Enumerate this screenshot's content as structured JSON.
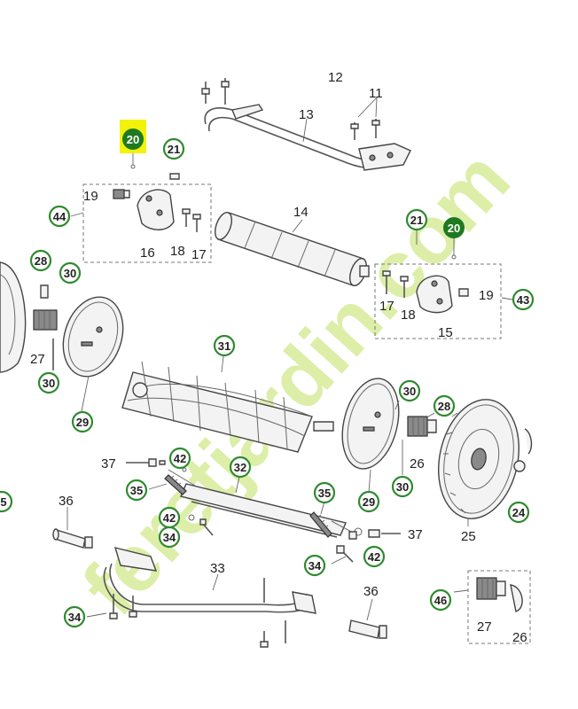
{
  "watermark": {
    "text": "feretjardin.com",
    "color_main": "#d6ec9a",
    "color_dot": "#bfb7a9"
  },
  "highlight": {
    "color": "#f2f20a",
    "label": "20"
  },
  "colors": {
    "ring": "#2f8a2f",
    "ring_fill_dark": "#1f7a1f",
    "line": "#555555"
  },
  "labels": {
    "plain": [
      "12",
      "11",
      "13",
      "19",
      "16",
      "18",
      "17",
      "14",
      "17",
      "18",
      "19",
      "15",
      "27",
      "26",
      "25",
      "37",
      "36",
      "37",
      "33",
      "36",
      "27",
      "26"
    ],
    "circled": [
      "20",
      "21",
      "44",
      "28",
      "30",
      "30",
      "29",
      "31",
      "21",
      "20",
      "43",
      "30",
      "28",
      "29",
      "30",
      "42",
      "32",
      "35",
      "35",
      "42",
      "34",
      "34",
      "42",
      "34",
      "46",
      "24",
      "5"
    ]
  }
}
